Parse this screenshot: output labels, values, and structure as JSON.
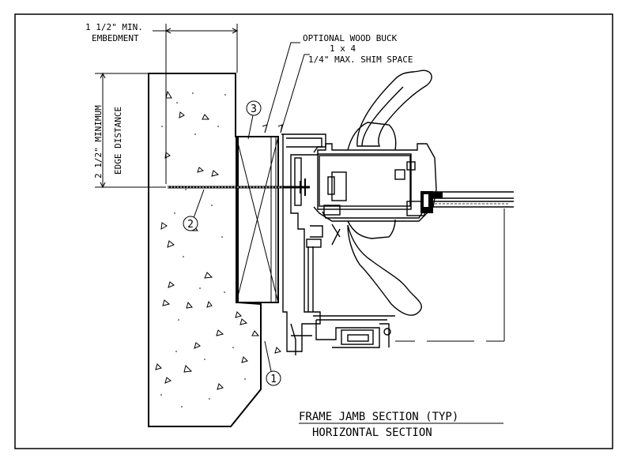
{
  "labels": {
    "embedment_line1": "1 1/2\" MIN.",
    "embedment_line2": "EMBEDMENT",
    "wood_buck_line1": "OPTIONAL WOOD BUCK",
    "wood_buck_line2": "1 x 4",
    "shim_space": "1/4\" MAX. SHIM SPACE",
    "edge_line1": "2 1/2\" MINIMUM",
    "edge_line2": "EDGE DISTANCE"
  },
  "callouts": {
    "one": "1",
    "two": "2",
    "three": "3"
  },
  "title": {
    "main": "FRAME JAMB SECTION (TYP)",
    "sub": "HORIZONTAL SECTION"
  }
}
